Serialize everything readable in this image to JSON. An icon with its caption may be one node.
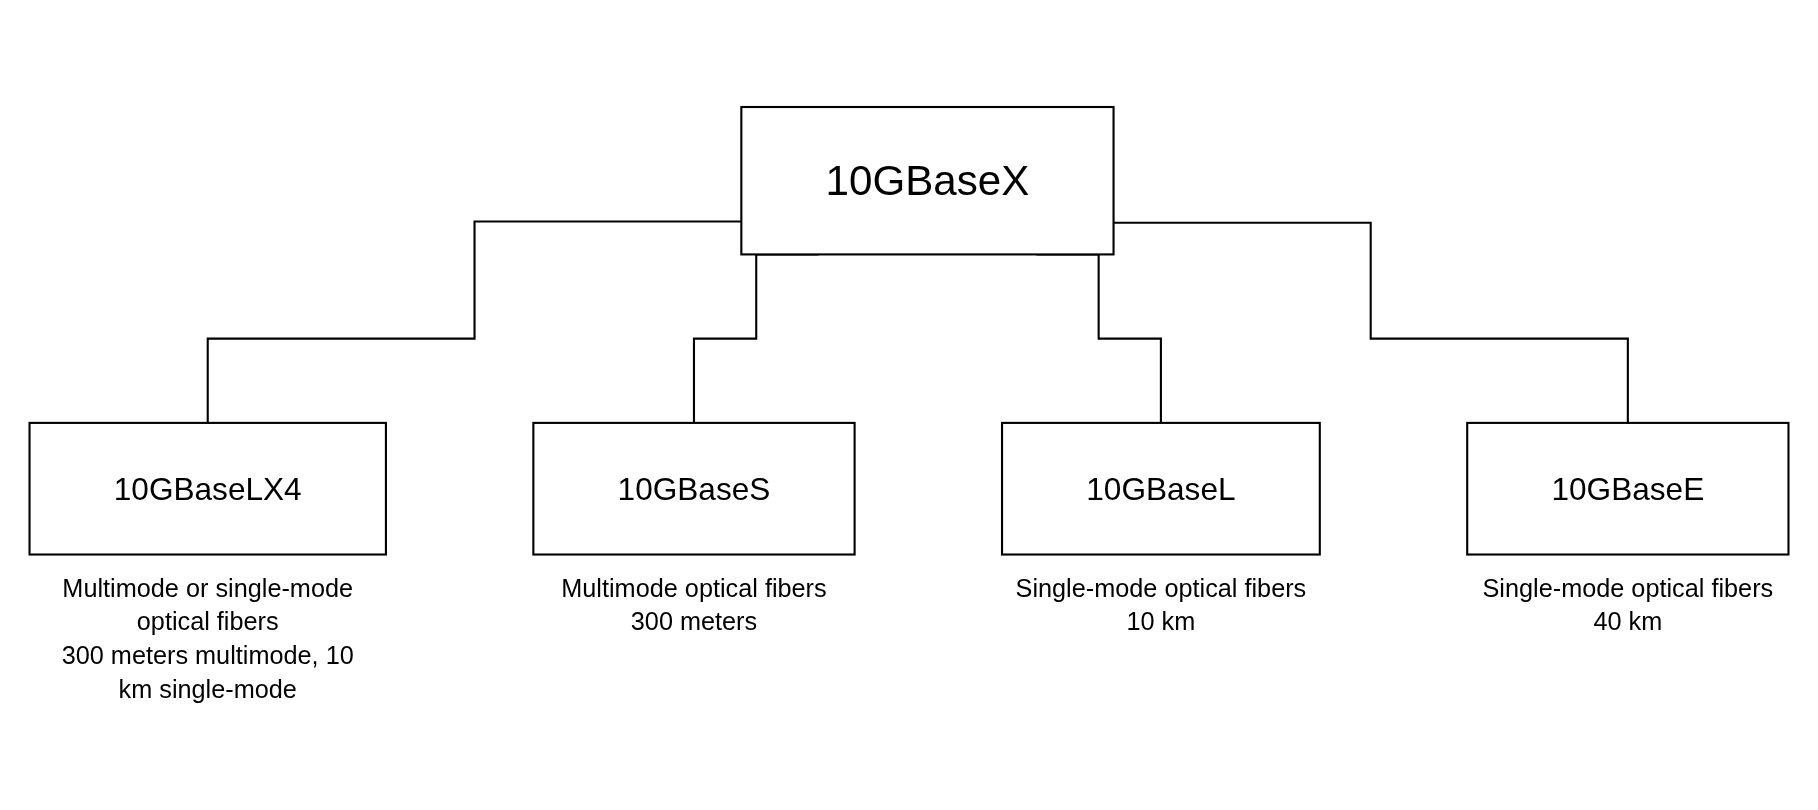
{
  "diagram": {
    "nodes": [
      {
        "text": [
          "10GBaseX"
        ]
      },
      {
        "text": [
          "10GBaseLX4"
        ],
        "beside": [
          "Multimode or single-mode optical fibers",
          "300 meters multimode, 10 km single-mode"
        ]
      },
      {
        "text": [
          "10GBaseS"
        ],
        "beside": [
          "Multimode optical fibers",
          "300 meters"
        ]
      },
      {
        "text": [
          "10GBaseL"
        ],
        "beside": [
          "Single-mode optical fibers",
          "10 km"
        ]
      },
      {
        "text": [
          "10GBaseE"
        ],
        "beside": [
          "Single-mode optical fibers",
          "40 km"
        ]
      }
    ],
    "edges": [
      {
        "from": 0,
        "to": 1,
        "arrow": "none"
      },
      {
        "from": 0,
        "to": 2,
        "arrow": "none"
      },
      {
        "from": 0,
        "to": 3,
        "arrow": "none"
      },
      {
        "from": 0,
        "to": 4,
        "arrow": "none"
      }
    ]
  }
}
